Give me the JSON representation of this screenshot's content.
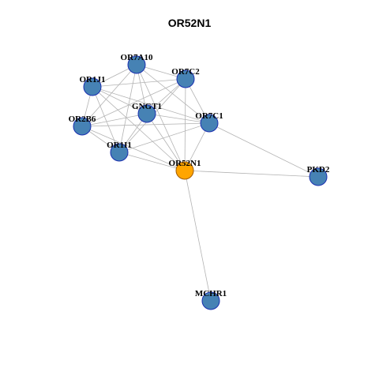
{
  "title": "OR52N1",
  "colors": {
    "edge": "#b3b3b3",
    "node_fill": "#4682b4",
    "node_stroke": "#1a2fb0",
    "focus_fill": "#ffa500",
    "focus_stroke": "#a05a00"
  },
  "nodes": [
    {
      "id": "OR7A10",
      "label": "OR7A10"
    },
    {
      "id": "OR7C2",
      "label": "OR7C2"
    },
    {
      "id": "OR1J1",
      "label": "OR1J1"
    },
    {
      "id": "GNGT1",
      "label": "GNGT1"
    },
    {
      "id": "OR7C1",
      "label": "OR7C1"
    },
    {
      "id": "OR2B6",
      "label": "OR2B6"
    },
    {
      "id": "OR1I1",
      "label": "OR1I1"
    },
    {
      "id": "OR52N1",
      "label": "OR52N1",
      "focus": true
    },
    {
      "id": "PKD2",
      "label": "PKD2"
    },
    {
      "id": "MCHR1",
      "label": "MCHR1"
    }
  ],
  "edges": [
    [
      "OR7A10",
      "OR7C2"
    ],
    [
      "OR7A10",
      "OR1J1"
    ],
    [
      "OR7A10",
      "GNGT1"
    ],
    [
      "OR7A10",
      "OR7C1"
    ],
    [
      "OR7A10",
      "OR2B6"
    ],
    [
      "OR7A10",
      "OR1I1"
    ],
    [
      "OR7A10",
      "OR52N1"
    ],
    [
      "OR7C2",
      "OR1J1"
    ],
    [
      "OR7C2",
      "GNGT1"
    ],
    [
      "OR7C2",
      "OR7C1"
    ],
    [
      "OR7C2",
      "OR2B6"
    ],
    [
      "OR7C2",
      "OR1I1"
    ],
    [
      "OR7C2",
      "OR52N1"
    ],
    [
      "OR1J1",
      "GNGT1"
    ],
    [
      "OR1J1",
      "OR7C1"
    ],
    [
      "OR1J1",
      "OR2B6"
    ],
    [
      "OR1J1",
      "OR1I1"
    ],
    [
      "OR1J1",
      "OR52N1"
    ],
    [
      "GNGT1",
      "OR7C1"
    ],
    [
      "GNGT1",
      "OR2B6"
    ],
    [
      "GNGT1",
      "OR1I1"
    ],
    [
      "GNGT1",
      "OR52N1"
    ],
    [
      "OR7C1",
      "OR2B6"
    ],
    [
      "OR7C1",
      "OR1I1"
    ],
    [
      "OR7C1",
      "OR52N1"
    ],
    [
      "OR7C1",
      "PKD2"
    ],
    [
      "OR2B6",
      "OR1I1"
    ],
    [
      "OR2B6",
      "OR52N1"
    ],
    [
      "OR1I1",
      "OR52N1"
    ],
    [
      "OR52N1",
      "PKD2"
    ],
    [
      "OR52N1",
      "MCHR1"
    ]
  ]
}
